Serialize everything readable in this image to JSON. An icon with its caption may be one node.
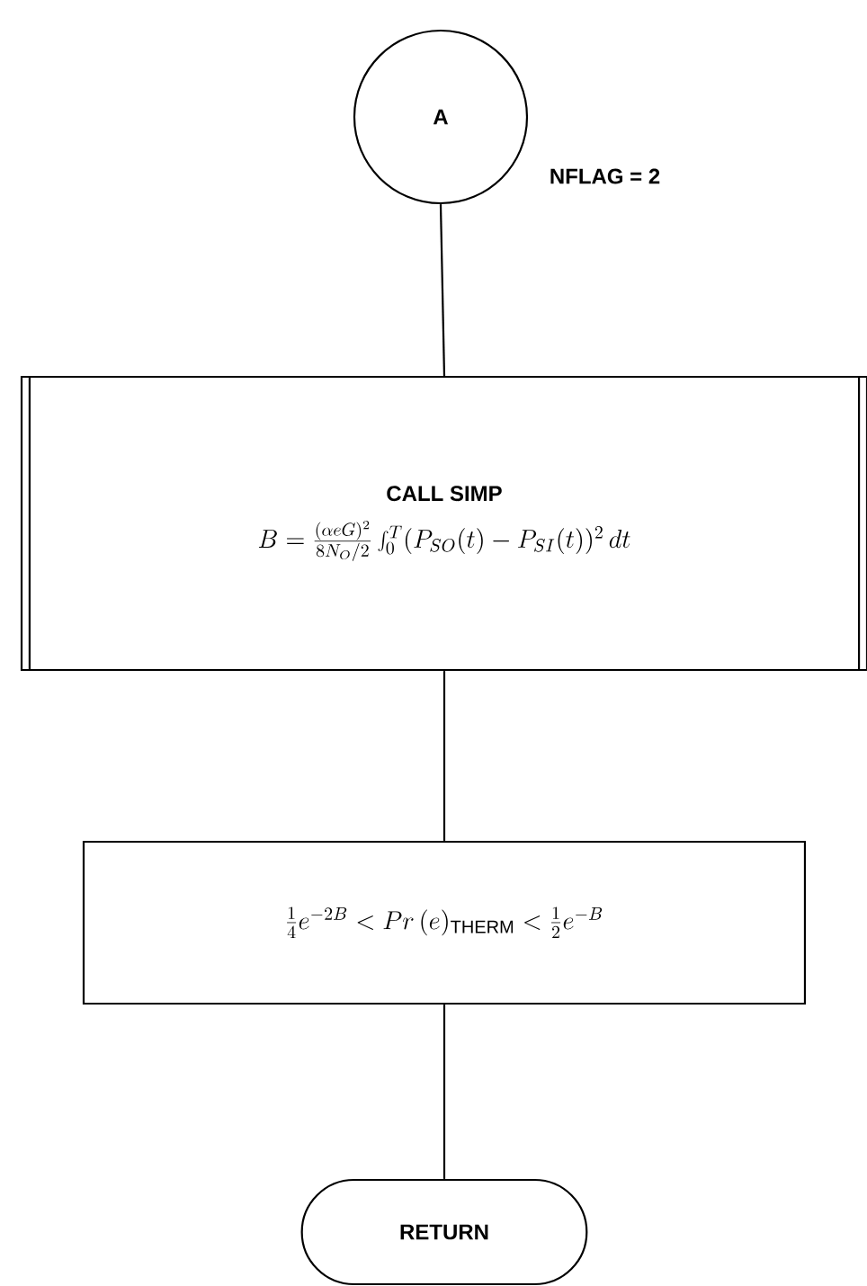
{
  "diagram": {
    "nodes": [
      {
        "text": [
          "A"
        ],
        "beside": [
          "NFLAG = 2"
        ]
      },
      {
        "text": [
          "CALL SIMP",
          "B = \\frac{(\\alpha e G)^{2}}{8N_{O}/2}\\int_{0}^{T}(P_{SO}(t)-P_{SI}(t))^{2}\\,dt"
        ]
      },
      {
        "text": [
          "\\frac{1}{4}e^{-2B} < Pr\\,(e)_{\\mathrm{THERM}} < \\frac{1}{2}e^{-B}"
        ]
      },
      {
        "text": [
          "RETURN"
        ]
      }
    ],
    "edges": [
      {
        "from": 0,
        "to": 1,
        "arrow": "none"
      },
      {
        "from": 1,
        "to": 2,
        "arrow": "none"
      },
      {
        "from": 2,
        "to": 3,
        "arrow": "none"
      }
    ]
  }
}
